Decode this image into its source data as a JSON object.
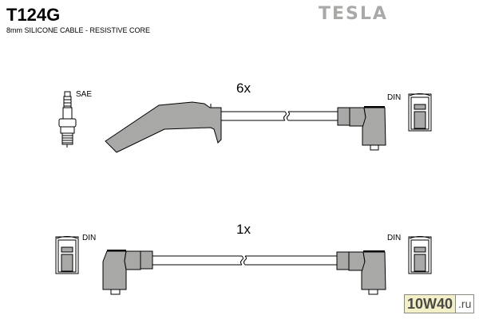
{
  "header": {
    "part_number": "T124G",
    "subtitle": "8mm SILICONE CABLE - RESISTIVE CORE",
    "brand": "TESLA"
  },
  "diagram": {
    "top_set": {
      "quantity": "6x",
      "spark_plug_label": "SAE",
      "end_label": "DIN"
    },
    "bottom_set": {
      "quantity": "1x",
      "left_label": "DIN",
      "right_label": "DIN"
    },
    "colors": {
      "boot_fill": "#a8a9a6",
      "outline": "#000000",
      "brand_gray": "#a9aaa7"
    }
  },
  "watermark": {
    "main": "10W40",
    "tld": ".ru"
  }
}
